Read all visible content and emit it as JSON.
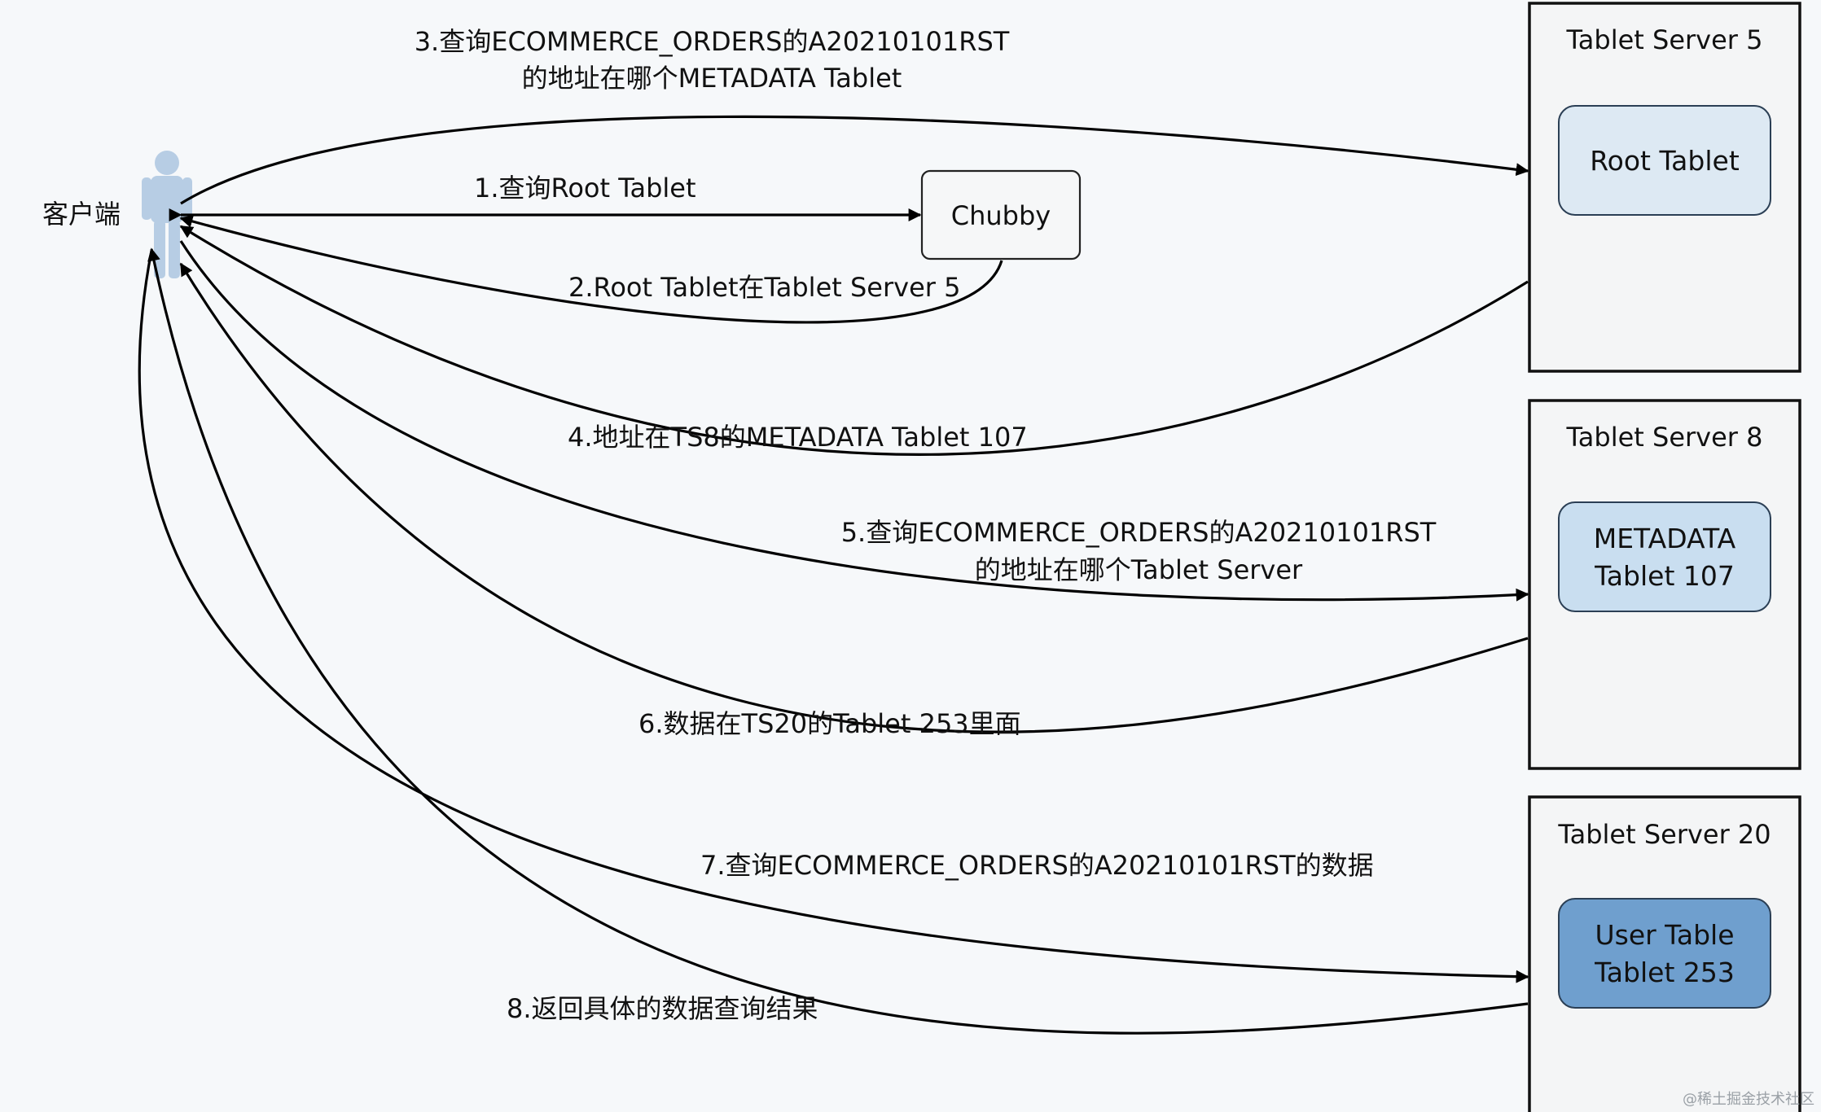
{
  "client": {
    "label": "客户端",
    "icon": "person-icon"
  },
  "chubby": {
    "label": "Chubby"
  },
  "servers": [
    {
      "title": "Tablet Server 5",
      "tablet_lines": [
        "Root Tablet"
      ],
      "tablet_fill": "#dde9f3"
    },
    {
      "title": "Tablet Server 8",
      "tablet_lines": [
        "METADATA",
        "Tablet 107"
      ],
      "tablet_fill": "#c9def0"
    },
    {
      "title": "Tablet Server 20",
      "tablet_lines": [
        "User Table",
        "Tablet 253"
      ],
      "tablet_fill": "#6f9fce"
    }
  ],
  "steps": [
    {
      "lines": [
        "1.查询Root Tablet"
      ]
    },
    {
      "lines": [
        "2.Root Tablet在Tablet Server 5"
      ]
    },
    {
      "lines": [
        "3.查询ECOMMERCE_ORDERS的A20210101RST",
        "的地址在哪个METADATA Tablet"
      ]
    },
    {
      "lines": [
        "4.地址在TS8的METADATA Tablet 107"
      ]
    },
    {
      "lines": [
        "5.查询ECOMMERCE_ORDERS的A20210101RST",
        "的地址在哪个Tablet Server"
      ]
    },
    {
      "lines": [
        "6.数据在TS20的Tablet 253里面"
      ]
    },
    {
      "lines": [
        "7.查询ECOMMERCE_ORDERS的A20210101RST的数据"
      ]
    },
    {
      "lines": [
        "8.返回具体的数据查询结果"
      ]
    }
  ],
  "watermark": "@稀土掘金技术社区",
  "colors": {
    "background": "#f6f8fa",
    "server_fill": "#f4f5f6",
    "client_icon": "#b7cde4"
  }
}
